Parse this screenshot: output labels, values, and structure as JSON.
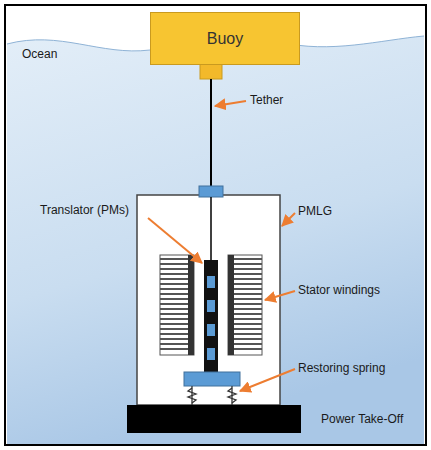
{
  "diagram": {
    "nodes": [
      {
        "text": [
          "Buoy"
        ]
      }
    ],
    "labels": [
      "Ocean",
      "Tether",
      "Translator (PMs)",
      "PMLG",
      "Stator windings",
      "Restoring spring",
      "Power Take-Off"
    ]
  }
}
